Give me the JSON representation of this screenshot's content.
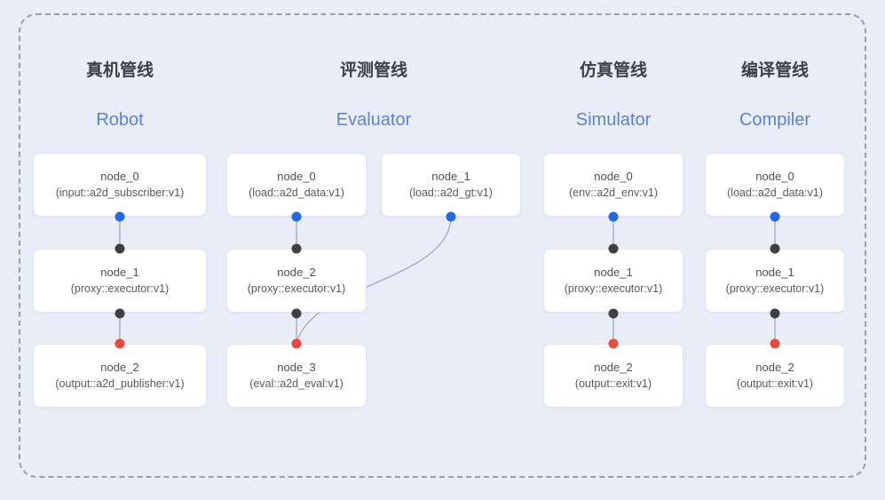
{
  "diagram": {
    "pipelines": [
      {
        "title_zh": "真机管线",
        "title_en": "Robot",
        "nodes": [
          {
            "name": "node_0",
            "type": "(input::a2d_subscriber:v1)"
          },
          {
            "name": "node_1",
            "type": "(proxy::executor:v1)"
          },
          {
            "name": "node_2",
            "type": "(output::a2d_publisher:v1)"
          }
        ]
      },
      {
        "title_zh": "评测管线",
        "title_en": "Evaluator",
        "nodes": [
          {
            "name": "node_0",
            "type": "(load::a2d_data:v1)"
          },
          {
            "name": "node_1",
            "type": "(load::a2d_gt:v1)"
          },
          {
            "name": "node_2",
            "type": "(proxy::executor:v1)"
          },
          {
            "name": "node_3",
            "type": "(eval::a2d_eval:v1)"
          }
        ]
      },
      {
        "title_zh": "仿真管线",
        "title_en": "Simulator",
        "nodes": [
          {
            "name": "node_0",
            "type": "(env::a2d_env:v1)"
          },
          {
            "name": "node_1",
            "type": "(proxy::executor:v1)"
          },
          {
            "name": "node_2",
            "type": "(output::exit:v1)"
          }
        ]
      },
      {
        "title_zh": "编译管线",
        "title_en": "Compiler",
        "nodes": [
          {
            "name": "node_0",
            "type": "(load::a2d_data:v1)"
          },
          {
            "name": "node_1",
            "type": "(proxy::executor:v1)"
          },
          {
            "name": "node_2",
            "type": "(output::exit:v1)"
          }
        ]
      }
    ],
    "colors": {
      "background": "#e8edf8",
      "dashed_border": "#989ea9",
      "box_fill": "#fefefe",
      "box_border": "#e2e5ea",
      "title_zh_color": "#3b4045",
      "title_en_color": "#6180ce",
      "node_text": "#4d5257",
      "edge": "#9aa6b6",
      "blue_port": "#2468e5",
      "dark_port": "#3d4145",
      "red_port": "#e84a3d"
    }
  }
}
